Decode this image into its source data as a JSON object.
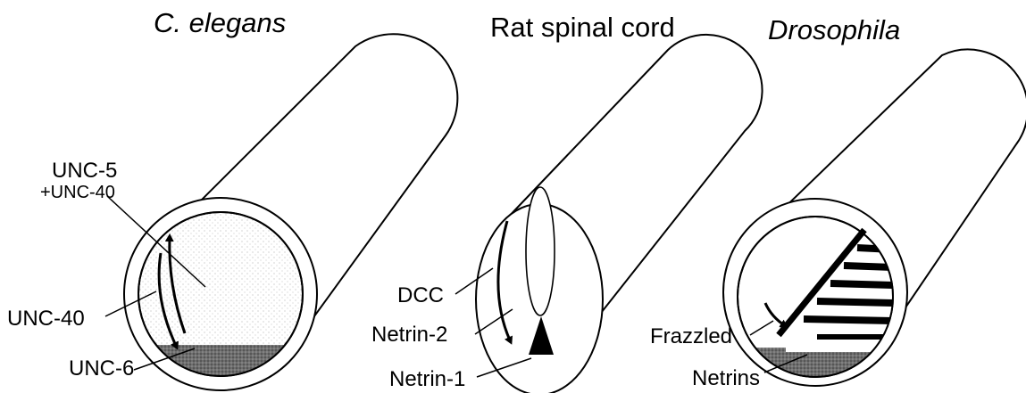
{
  "panels": [
    {
      "title": "C. elegans",
      "labels": [
        "UNC-5",
        "+UNC-40",
        "UNC-40",
        "UNC-6"
      ]
    },
    {
      "title": "Rat spinal cord",
      "labels": [
        "DCC",
        "Netrin-2",
        "Netrin-1"
      ]
    },
    {
      "title": "Drosophila",
      "labels": [
        "Frazzled",
        "Netrins"
      ]
    }
  ]
}
